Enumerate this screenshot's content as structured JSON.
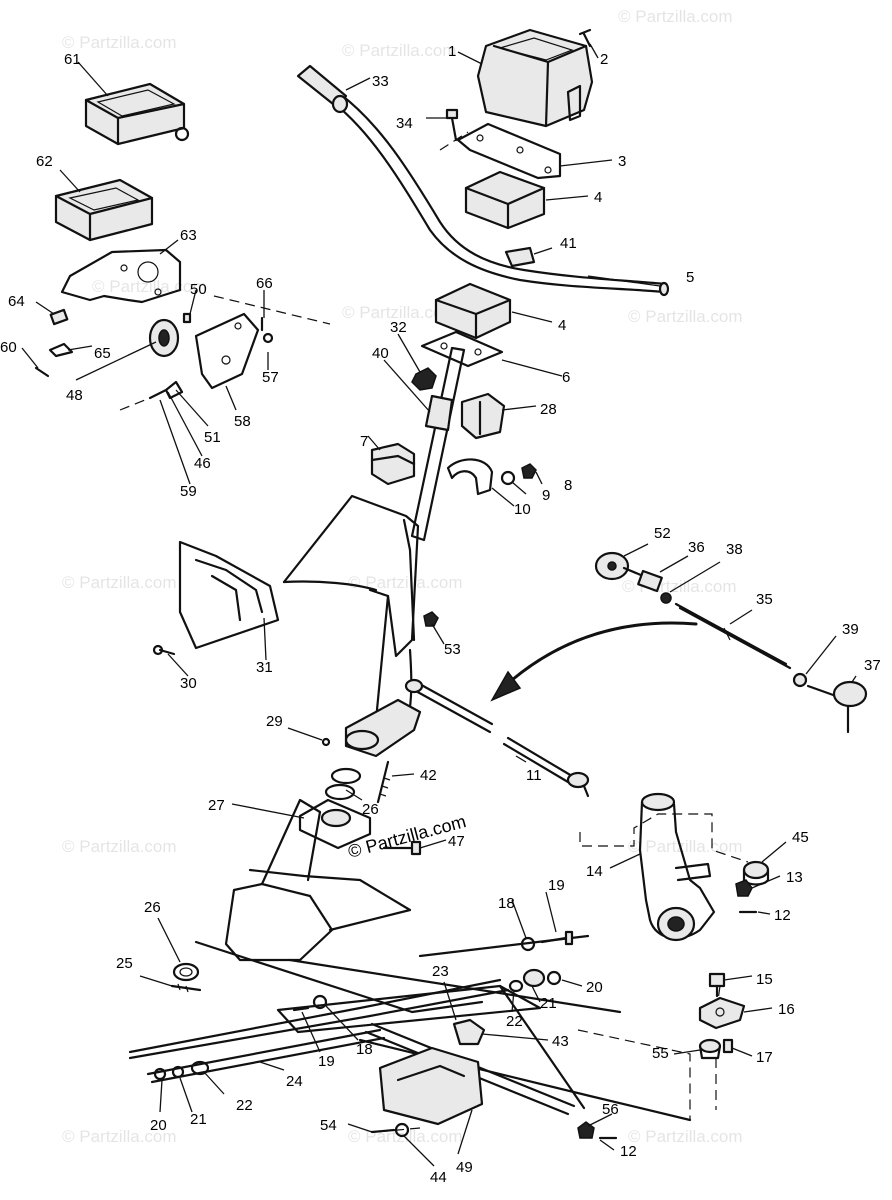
{
  "watermark": {
    "text": "© Partzilla.com",
    "center_text": "© Partzilla.com"
  },
  "callouts": {
    "p1": "1",
    "p2": "2",
    "p3": "3",
    "p4a": "4",
    "p4b": "4",
    "p5": "5",
    "p6": "6",
    "p7": "7",
    "p8": "8",
    "p9": "9",
    "p10": "10",
    "p11": "11",
    "p12a": "12",
    "p12b": "12",
    "p13": "13",
    "p14": "14",
    "p15": "15",
    "p16": "16",
    "p17": "17",
    "p18a": "18",
    "p18b": "18",
    "p19a": "19",
    "p19b": "19",
    "p20a": "20",
    "p20b": "20",
    "p21a": "21",
    "p21b": "21",
    "p22a": "22",
    "p22b": "22",
    "p23": "23",
    "p24": "24",
    "p25": "25",
    "p26a": "26",
    "p26b": "26",
    "p27": "27",
    "p28": "28",
    "p29": "29",
    "p30": "30",
    "p31": "31",
    "p32": "32",
    "p33": "33",
    "p34": "34",
    "p35": "35",
    "p36": "36",
    "p37": "37",
    "p38": "38",
    "p39": "39",
    "p40": "40",
    "p41": "41",
    "p42": "42",
    "p43": "43",
    "p44": "44",
    "p45": "45",
    "p46": "46",
    "p47": "47",
    "p48": "48",
    "p49": "49",
    "p50": "50",
    "p51": "51",
    "p52": "52",
    "p53": "53",
    "p54": "54",
    "p55": "55",
    "p56": "56",
    "p57": "57",
    "p58": "58",
    "p59": "59",
    "p60": "60",
    "p61": "61",
    "p62": "62",
    "p63": "63",
    "p64": "64",
    "p65": "65",
    "p66": "66"
  }
}
